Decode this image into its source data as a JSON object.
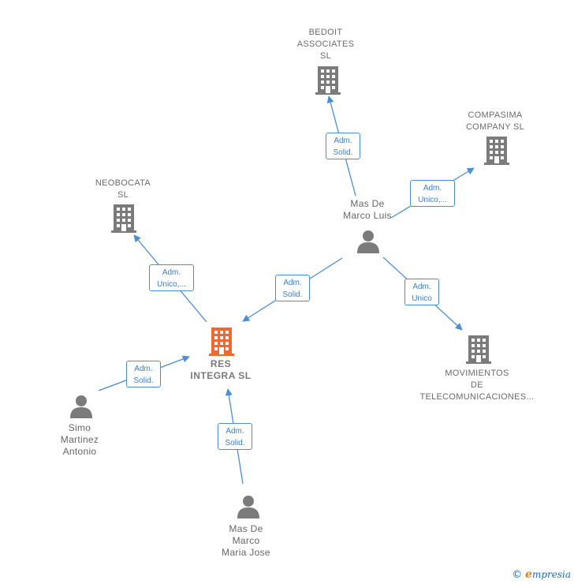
{
  "colors": {
    "accent": "#ee6a32",
    "node": "#7b7b7b",
    "edge": "#4a8fd6",
    "label": "#6b6b6b"
  },
  "nodes": {
    "res_integra": {
      "lines": [
        "RES",
        "INTEGRA  SL"
      ],
      "icon": "building-icon-highlighted"
    },
    "bedoit": {
      "lines": [
        "BEDOIT",
        "ASSOCIATES",
        "SL"
      ],
      "icon": "building-icon"
    },
    "compasima": {
      "lines": [
        "COMPASIMA",
        "COMPANY SL"
      ],
      "icon": "building-icon"
    },
    "neobocata": {
      "lines": [
        "NEOBOCATA",
        "SL"
      ],
      "icon": "building-icon"
    },
    "movimientos": {
      "lines": [
        "MOVIMIENTOS",
        "DE",
        "TELECOMUNICACIONES..."
      ],
      "icon": "building-icon"
    },
    "mas_luis": {
      "lines": [
        "Mas De",
        "Marco Luis"
      ],
      "icon": "person-icon"
    },
    "simo": {
      "lines": [
        "Simo",
        "Martinez",
        "Antonio"
      ],
      "icon": "person-icon"
    },
    "mas_jose": {
      "lines": [
        "Mas De",
        "Marco",
        "Maria Jose"
      ],
      "icon": "person-icon"
    }
  },
  "edges": {
    "luis_bedoit": {
      "lines": [
        "Adm.",
        "Solid."
      ]
    },
    "luis_compasima": {
      "lines": [
        "Adm.",
        "Unico,..."
      ]
    },
    "luis_res": {
      "lines": [
        "Adm.",
        "Solid."
      ]
    },
    "luis_movimientos": {
      "lines": [
        "Adm.",
        "Unico"
      ]
    },
    "res_neobocata": {
      "lines": [
        "Adm.",
        "Unico,..."
      ]
    },
    "simo_res": {
      "lines": [
        "Adm.",
        "Solid."
      ]
    },
    "jose_res": {
      "lines": [
        "Adm.",
        "Solid."
      ]
    }
  },
  "brand": {
    "copyright": "©",
    "first_letter": "e",
    "rest": "mpresia"
  }
}
